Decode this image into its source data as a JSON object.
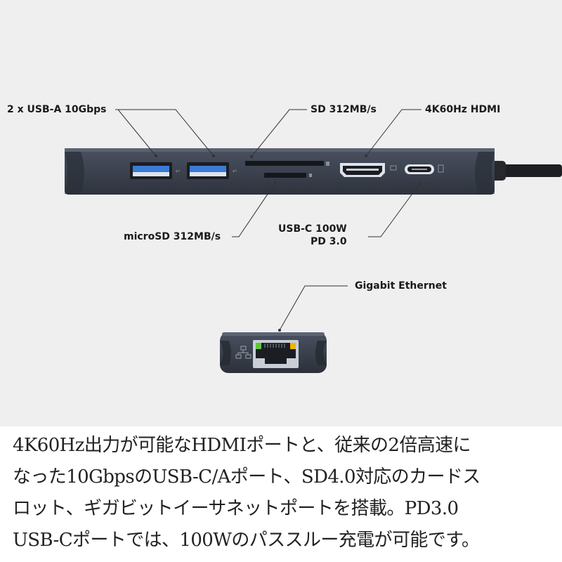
{
  "labels": {
    "usb_a": "2 x USB-A 10Gbps",
    "sd": "SD 312MB/s",
    "hdmi": "4K60Hz HDMI",
    "microsd": "microSD 312MB/s",
    "usb_c_line1": "USB-C 100W",
    "usb_c_line2": "PD 3.0",
    "ethernet": "Gigabit Ethernet"
  },
  "description": {
    "lines": [
      "4K60Hz出力が可能なHDMIポートと、従来の2倍高速に",
      "なった10GbpsのUSB-C/Aポート、SD4.0対応のカードス",
      "ロット、ギガビットイーサネットポートを搭載。PD3.0",
      "USB-Cポートでは、100Wのパススルー充電が可能です。"
    ]
  },
  "colors": {
    "background": "#efefef",
    "hub_body": "#3d4350",
    "usb_a_port": "#3a7bd5",
    "led_green": "#5ac83c",
    "led_yellow": "#f0b400"
  }
}
